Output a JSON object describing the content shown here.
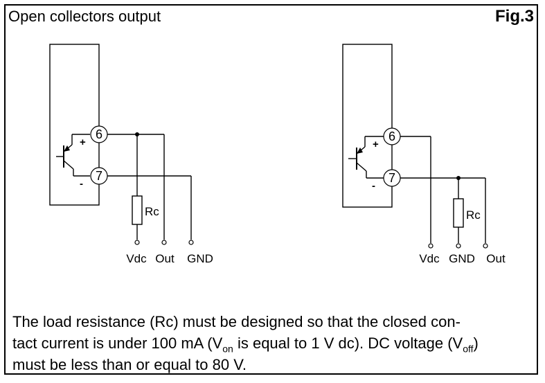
{
  "title": "Open collectors output",
  "figure_label": "Fig.3",
  "left_circuit": {
    "pin_top": "6",
    "pin_bottom": "7",
    "plus": "+",
    "minus": "-",
    "resistor": "Rc",
    "terminals": [
      "Vdc",
      "Out",
      "GND"
    ]
  },
  "right_circuit": {
    "pin_top": "6",
    "pin_bottom": "7",
    "plus": "+",
    "minus": "-",
    "resistor": "Rc",
    "terminals": [
      "Vdc",
      "GND",
      "Out"
    ]
  },
  "note": {
    "line1": "The load resistance (Rc) must be designed so that the closed con-",
    "line2_a": "tact current is under 100 mA (V",
    "line2_sub1": "on",
    "line2_b": " is equal to 1 V dc). DC voltage (V",
    "line2_sub2": "off",
    "line2_c": ")",
    "line3": "must be less than or equal to 80 V."
  }
}
